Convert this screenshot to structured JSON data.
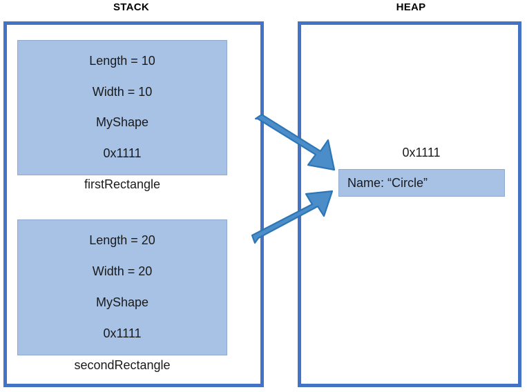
{
  "diagram": {
    "title_stack": "STACK",
    "title_heap": "HEAP",
    "colors": {
      "region_border": "#4472C4",
      "box_fill": "#A7C2E5",
      "box_border": "#8FAACF",
      "arrow_fill": "#4A8DC8",
      "arrow_border": "#2E75B6",
      "text": "#1a1a1a",
      "background": "#ffffff"
    }
  },
  "stack": {
    "frames": [
      {
        "name": "firstRectangle",
        "fields": [
          "Length = 10",
          "Width = 10",
          "MyShape",
          "0x1111"
        ]
      },
      {
        "name": "secondRectangle",
        "fields": [
          "Length = 20",
          "Width = 20",
          "MyShape",
          "0x1111"
        ]
      }
    ]
  },
  "heap": {
    "object": {
      "address": "0x1111",
      "content": "Name: “Circle”"
    }
  },
  "arrows": [
    {
      "from": "firstRectangle",
      "to": "heap-object",
      "direction": "down-right"
    },
    {
      "from": "secondRectangle",
      "to": "heap-object",
      "direction": "up-right"
    }
  ]
}
